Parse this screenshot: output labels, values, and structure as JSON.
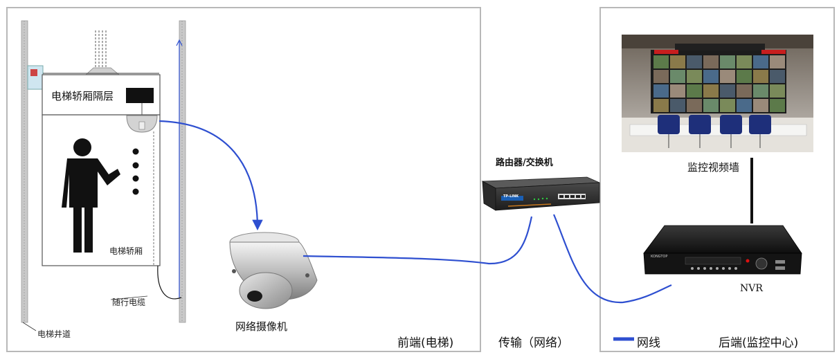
{
  "front": {
    "section_label": "前端(电梯)",
    "cabin_layer_label": "电梯轿厢隔层",
    "cabin_label": "电梯轿厢",
    "travel_cable_label": "随行电缆",
    "shaft_label": "电梯井道",
    "camera_label": "网络摄像机"
  },
  "transmission": {
    "section_label": "传输（网络）",
    "device_label": "路由器/交换机",
    "device_brand": "TP-LINK"
  },
  "back": {
    "section_label": "后端(监控中心)",
    "video_wall_label": "监控视频墙",
    "nvr_label": "NVR",
    "nvr_brand": "KONGTOP"
  },
  "legend": {
    "cable_label": "网线"
  },
  "colors": {
    "cable": "#2e4fd0",
    "frame": "#b8b8b8",
    "figure": "#111111"
  }
}
